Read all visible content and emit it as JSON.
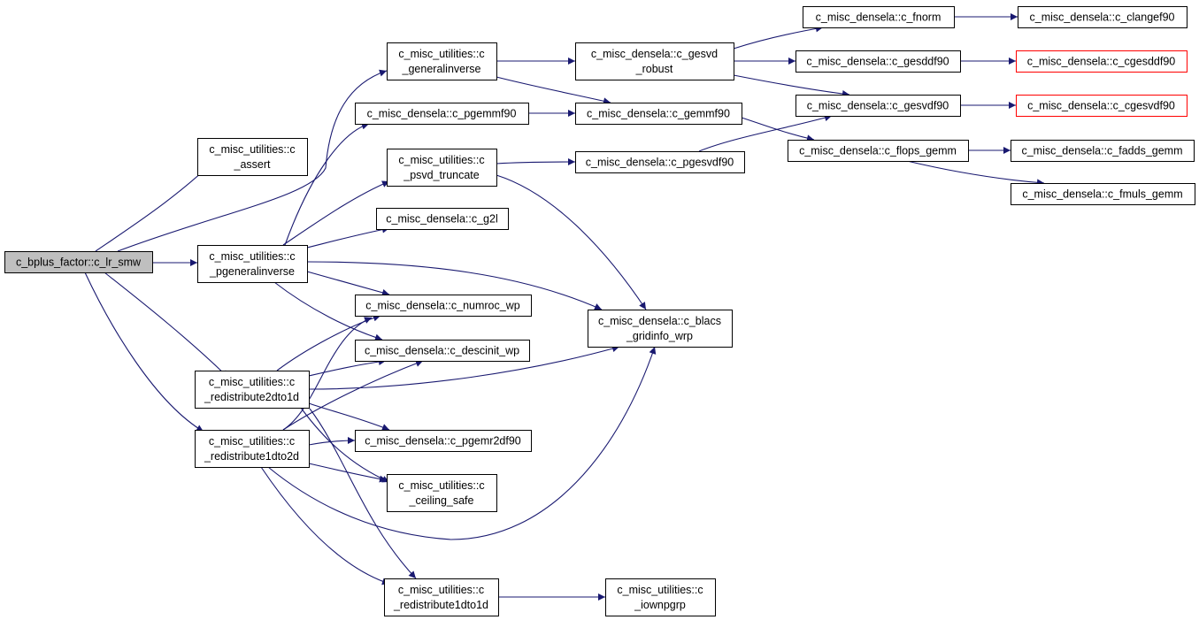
{
  "colors": {
    "edge": "#191970",
    "node_border": "#000000",
    "node_border_external": "#ff0000",
    "node_fill": "#ffffff",
    "root_fill": "#bfbfbf"
  },
  "nodes": [
    {
      "id": "n0",
      "lines": [
        "c_bplus_factor::c_lr_smw"
      ],
      "kind": "root"
    },
    {
      "id": "n1",
      "lines": [
        "c_misc_utilities::c",
        "_assert"
      ],
      "kind": "normal"
    },
    {
      "id": "n2",
      "lines": [
        "c_misc_utilities::c",
        "_generalinverse"
      ],
      "kind": "normal"
    },
    {
      "id": "n3",
      "lines": [
        "c_misc_densela::c_pgemmf90"
      ],
      "kind": "normal"
    },
    {
      "id": "n4",
      "lines": [
        "c_misc_utilities::c",
        "_psvd_truncate"
      ],
      "kind": "normal"
    },
    {
      "id": "n5",
      "lines": [
        "c_misc_densela::c_g2l"
      ],
      "kind": "normal"
    },
    {
      "id": "n6",
      "lines": [
        "c_misc_utilities::c",
        "_pgeneralinverse"
      ],
      "kind": "normal"
    },
    {
      "id": "n7",
      "lines": [
        "c_misc_densela::c_numroc_wp"
      ],
      "kind": "normal"
    },
    {
      "id": "n8",
      "lines": [
        "c_misc_densela::c_descinit_wp"
      ],
      "kind": "normal"
    },
    {
      "id": "n9",
      "lines": [
        "c_misc_utilities::c",
        "_redistribute2dto1d"
      ],
      "kind": "normal"
    },
    {
      "id": "n10",
      "lines": [
        "c_misc_utilities::c",
        "_redistribute1dto2d"
      ],
      "kind": "normal"
    },
    {
      "id": "n11",
      "lines": [
        "c_misc_densela::c_pgemr2df90"
      ],
      "kind": "normal"
    },
    {
      "id": "n12",
      "lines": [
        "c_misc_utilities::c",
        "_ceiling_safe"
      ],
      "kind": "normal"
    },
    {
      "id": "n13",
      "lines": [
        "c_misc_utilities::c",
        "_redistribute1dto1d"
      ],
      "kind": "normal"
    },
    {
      "id": "n14",
      "lines": [
        "c_misc_utilities::c",
        "_iownpgrp"
      ],
      "kind": "normal"
    },
    {
      "id": "n15",
      "lines": [
        "c_misc_densela::c_gesvd",
        "_robust"
      ],
      "kind": "normal"
    },
    {
      "id": "n16",
      "lines": [
        "c_misc_densela::c_gemmf90"
      ],
      "kind": "normal"
    },
    {
      "id": "n17",
      "lines": [
        "c_misc_densela::c_pgesvdf90"
      ],
      "kind": "normal"
    },
    {
      "id": "n18",
      "lines": [
        "c_misc_densela::c_blacs",
        "_gridinfo_wrp"
      ],
      "kind": "normal"
    },
    {
      "id": "n19",
      "lines": [
        "c_misc_densela::c_fnorm"
      ],
      "kind": "normal"
    },
    {
      "id": "n20",
      "lines": [
        "c_misc_densela::c_gesddf90"
      ],
      "kind": "normal"
    },
    {
      "id": "n21",
      "lines": [
        "c_misc_densela::c_gesvdf90"
      ],
      "kind": "normal"
    },
    {
      "id": "n22",
      "lines": [
        "c_misc_densela::c_flops_gemm"
      ],
      "kind": "normal"
    },
    {
      "id": "n23",
      "lines": [
        "c_misc_densela::c_clangef90"
      ],
      "kind": "normal"
    },
    {
      "id": "n24",
      "lines": [
        "c_misc_densela::c_cgesddf90"
      ],
      "kind": "external"
    },
    {
      "id": "n25",
      "lines": [
        "c_misc_densela::c_cgesvdf90"
      ],
      "kind": "external"
    },
    {
      "id": "n26",
      "lines": [
        "c_misc_densela::c_fadds_gemm"
      ],
      "kind": "normal"
    },
    {
      "id": "n27",
      "lines": [
        "c_misc_densela::c_fmuls_gemm"
      ],
      "kind": "normal"
    }
  ],
  "edges": [
    [
      "n0",
      "n1"
    ],
    [
      "n0",
      "n2"
    ],
    [
      "n0",
      "n6"
    ],
    [
      "n0",
      "n9"
    ],
    [
      "n0",
      "n10"
    ],
    [
      "n2",
      "n15"
    ],
    [
      "n2",
      "n16"
    ],
    [
      "n3",
      "n16"
    ],
    [
      "n4",
      "n17"
    ],
    [
      "n4",
      "n18"
    ],
    [
      "n6",
      "n3"
    ],
    [
      "n6",
      "n4"
    ],
    [
      "n6",
      "n5"
    ],
    [
      "n6",
      "n7"
    ],
    [
      "n6",
      "n8"
    ],
    [
      "n6",
      "n18"
    ],
    [
      "n9",
      "n7"
    ],
    [
      "n9",
      "n8"
    ],
    [
      "n9",
      "n11"
    ],
    [
      "n9",
      "n12"
    ],
    [
      "n9",
      "n13"
    ],
    [
      "n9",
      "n18"
    ],
    [
      "n10",
      "n7"
    ],
    [
      "n10",
      "n8"
    ],
    [
      "n10",
      "n11"
    ],
    [
      "n10",
      "n12"
    ],
    [
      "n10",
      "n13"
    ],
    [
      "n10",
      "n18"
    ],
    [
      "n13",
      "n14"
    ],
    [
      "n15",
      "n19"
    ],
    [
      "n15",
      "n20"
    ],
    [
      "n15",
      "n21"
    ],
    [
      "n16",
      "n22"
    ],
    [
      "n17",
      "n21"
    ],
    [
      "n19",
      "n23"
    ],
    [
      "n20",
      "n24"
    ],
    [
      "n21",
      "n25"
    ],
    [
      "n22",
      "n26"
    ],
    [
      "n22",
      "n27"
    ]
  ]
}
